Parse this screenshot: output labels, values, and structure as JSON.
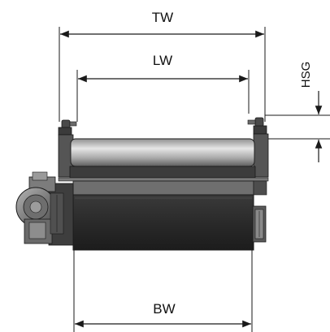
{
  "dimensions": {
    "tw": "TW",
    "lw": "LW",
    "hsg": "HSG",
    "bw": "BW"
  },
  "colors": {
    "line": "#1a1a1a",
    "belt_dark": "#2e2e2e",
    "frame_gray": "#6f6f6f",
    "roller_light": "#c9c9c9",
    "motor_gray": "#8a8a8a"
  }
}
